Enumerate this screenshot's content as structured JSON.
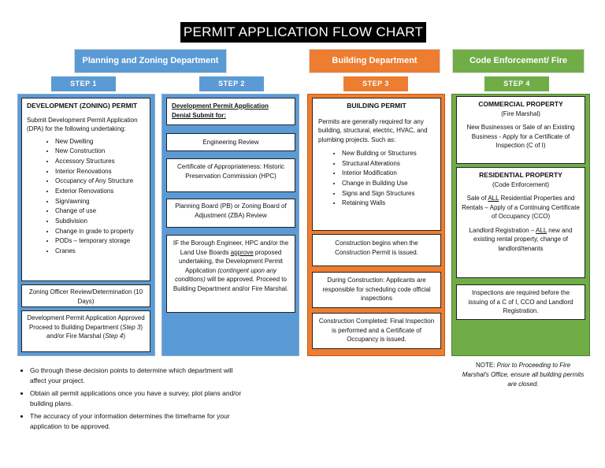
{
  "title": "PERMIT APPLICATION FLOW CHART",
  "departments": {
    "planning": "Planning and Zoning Department",
    "building": "Building Department",
    "code": "Code Enforcement/ Fire Marshal"
  },
  "steps": {
    "s1": "STEP 1",
    "s2": "STEP 2",
    "s3": "STEP 3",
    "s4": "STEP 4"
  },
  "step1": {
    "heading": "DEVELOPMENT (ZONING) PERMIT",
    "intro": "Submit Development Permit Application (DPA) for the following undertaking:",
    "items": [
      "New Dwelling",
      "New Construction",
      "Accessory Structures",
      "Interior Renovations",
      "Occupancy of Any Structure",
      "Exterior Renovations",
      "Sign/awning",
      "Change of use",
      "Subdivision",
      "Change in grade to property",
      "PODs – temporary storage",
      "Cranes"
    ],
    "zoning_officer": "Zoning Officer Review/Determination (10 Days)",
    "approved_1": "Development Permit Application Approved Proceed to Building Department (",
    "approved_step3": "Step 3",
    "approved_2": ") and/or Fire Marshal (",
    "approved_step4": "Step 4",
    "approved_3": ")"
  },
  "step2": {
    "heading_line1": "Development Permit Application",
    "heading_line2": "Denial Submit for:",
    "engineering": "Engineering Review",
    "hpc": "Certificate of Appropriateness: Historic Preservation Commission (HPC)",
    "boards": "Planning Board (PB) or Zoning Board of Adjustment (ZBA) Review",
    "approval_1": "IF the Borough Engineer, HPC and/or the Land Use Boards ",
    "approval_u": "approve",
    "approval_2": " proposed undertaking, the Development Permit Application ",
    "approval_i": "(contingent upon any conditions)",
    "approval_3": " will be approved. Proceed to Building Department and/or Fire Marshal."
  },
  "step3": {
    "heading": "BUILDING PERMIT",
    "intro": "Permits are generally required for any building, structural, electric, HVAC, and plumbing projects. Such as:",
    "items": [
      "New Building or Structures",
      "Structural Alterations",
      "Interior Modification",
      "Change in Building Use",
      "Signs and Sign Structures",
      "Retaining Walls"
    ],
    "construction_begins": "Construction begins when the Construction Permit is issued.",
    "during": "During Construction: Applicants are responsible for scheduling code official inspections",
    "completed": "Construction Completed: Final Inspection is performed and a Certificate of Occupancy is issued."
  },
  "step4": {
    "commercial_heading": "COMMERCIAL PROPERTY",
    "commercial_sub": "(Fire Marshal)",
    "commercial_text": "New Businesses or Sale of an Existing Business - Apply for a Certificate of Inspection (C of I)",
    "residential_heading": "RESIDENTIAL PROPERTY",
    "residential_sub": "(Code Enforcement)",
    "res_sale_1": "Sale of ",
    "res_all": "ALL",
    "res_sale_2": " Residential Properties and Rentals – Apply of a Continuing Certificate of Occupancy (CCO)",
    "landlord_1": "Landlord Registration – ",
    "landlord_2": " new and existing rental property, change of landlord/tenants",
    "inspections": "Inspections are required before the issuing of a C of I, CCO and Landlord Registration."
  },
  "footer": {
    "bullets": [
      "Go through these decision points to determine which department will affect your project.",
      "Obtain all permit applications once you have a survey, plot plans and/or building plans.",
      "The accuracy of your information determines the timeframe for your application to be approved."
    ],
    "note_label": "NOTE:",
    "note_text": " Prior to Proceeding to Fire Marshal's Office, ensure all building permits are closed."
  }
}
